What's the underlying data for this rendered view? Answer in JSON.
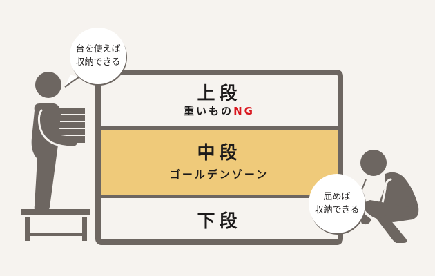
{
  "shelf": {
    "tiers": [
      {
        "id": "top",
        "title": "上段",
        "subtitle_main": "重いもの",
        "subtitle_accent": "NG"
      },
      {
        "id": "middle",
        "title": "中段",
        "subtitle_main": "ゴールデンゾーン"
      },
      {
        "id": "bottom",
        "title": "下段"
      }
    ],
    "colors": {
      "frame": "#6d6661",
      "middle_fill": "#efca7a",
      "background": "#f6f3ef",
      "ng_accent": "#d9151d"
    }
  },
  "bubbles": {
    "left": {
      "line1": "台を使えば",
      "line2": "収納できる"
    },
    "right": {
      "line1": "屈めば",
      "line2": "収納できる"
    }
  },
  "figures": {
    "left": "person-standing-on-stool-holding-books-icon",
    "right": "person-crouching-icon"
  }
}
